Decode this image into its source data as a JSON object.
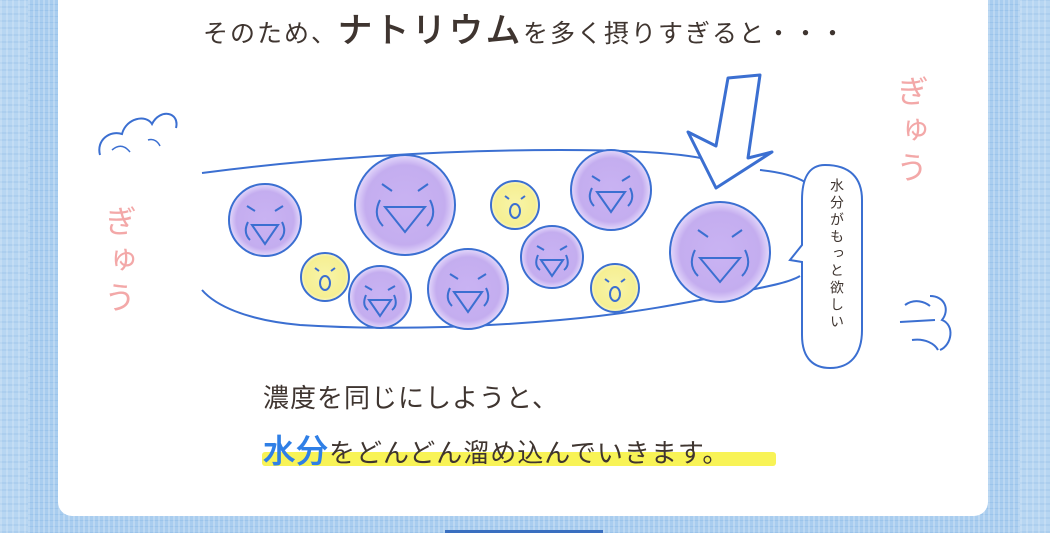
{
  "headline": {
    "prefix": "そのため、",
    "emphasis": "ナトリウム",
    "suffix": "を多く摂りすぎると・・・"
  },
  "scene": {
    "sound_left": "ぎゅう",
    "sound_right": "ぎゅう",
    "speech_bubble": "水分がもっと欲しい",
    "colors": {
      "sodium": "#cbb6f2",
      "water": "#f7f29a",
      "outline": "#3b6fd1",
      "sound": "#f3a8a8"
    }
  },
  "body": {
    "line1": "濃度を同じにしようと、",
    "line2_emphasis": "水分",
    "line2_rest": "をどんどん溜め込んでいきます。"
  }
}
